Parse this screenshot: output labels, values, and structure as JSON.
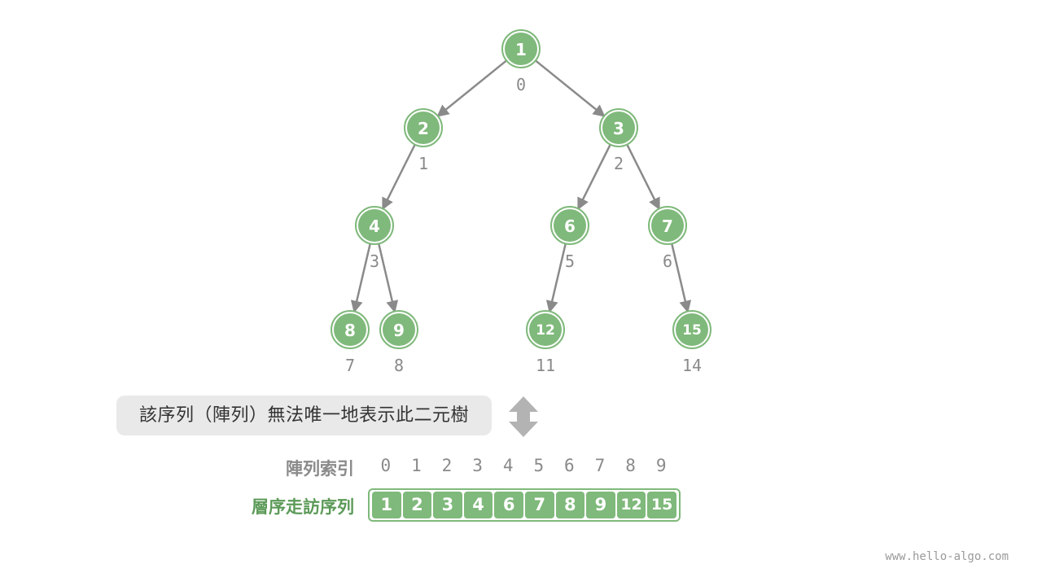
{
  "tree": {
    "node_fill": "#7fb97b",
    "edge_color": "#8a8a8a",
    "nodes": [
      {
        "value": "1",
        "index": "0"
      },
      {
        "value": "2",
        "index": "1"
      },
      {
        "value": "3",
        "index": "2"
      },
      {
        "value": "4",
        "index": "3"
      },
      {
        "value": "6",
        "index": "5"
      },
      {
        "value": "7",
        "index": "6"
      },
      {
        "value": "8",
        "index": "7"
      },
      {
        "value": "9",
        "index": "8"
      },
      {
        "value": "12",
        "index": "11"
      },
      {
        "value": "15",
        "index": "14"
      }
    ],
    "edges": [
      [
        "0",
        "1"
      ],
      [
        "0",
        "2"
      ],
      [
        "1",
        "3"
      ],
      [
        "2",
        "5"
      ],
      [
        "2",
        "6"
      ],
      [
        "3",
        "7"
      ],
      [
        "3",
        "8"
      ],
      [
        "5",
        "11"
      ],
      [
        "6",
        "14"
      ]
    ]
  },
  "note": {
    "text": "該序列（陣列）無法唯一地表示此二元樹"
  },
  "array": {
    "index_label": "陣列索引",
    "sequence_label": "層序走訪序列",
    "indices": [
      "0",
      "1",
      "2",
      "3",
      "4",
      "5",
      "6",
      "7",
      "8",
      "9"
    ],
    "values": [
      "1",
      "2",
      "3",
      "4",
      "6",
      "7",
      "8",
      "9",
      "12",
      "15"
    ]
  },
  "watermark": "www.hello-algo.com"
}
